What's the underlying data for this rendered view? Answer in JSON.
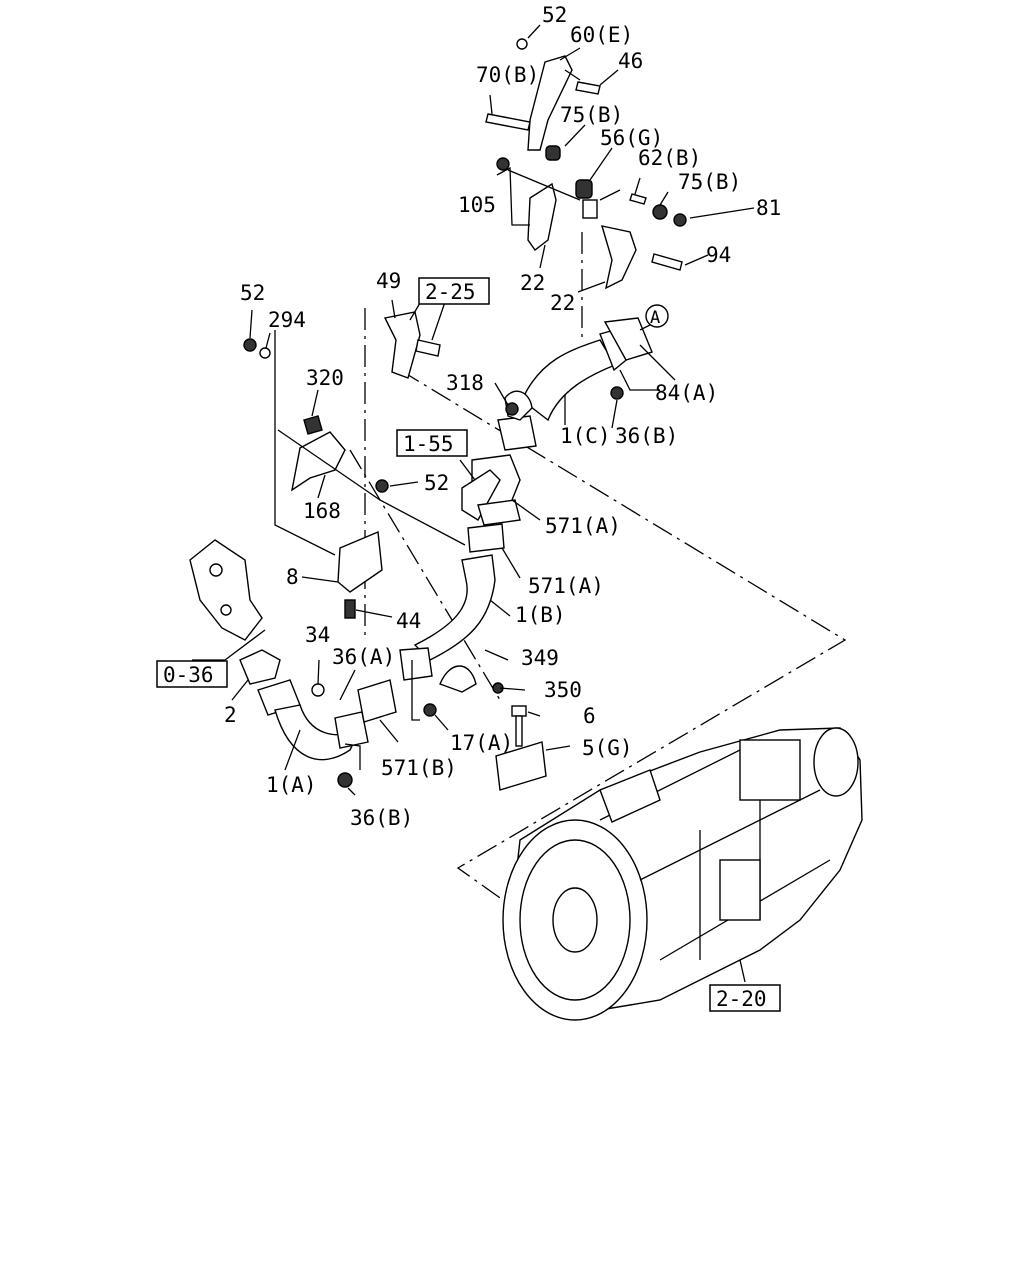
{
  "callouts": [
    {
      "id": "c52a",
      "text": "52"
    },
    {
      "id": "c60e",
      "text": "60(E)"
    },
    {
      "id": "c46",
      "text": "46"
    },
    {
      "id": "c70b",
      "text": "70(B)"
    },
    {
      "id": "c75b1",
      "text": "75(B)"
    },
    {
      "id": "c56g",
      "text": "56(G)"
    },
    {
      "id": "c62b",
      "text": "62(B)"
    },
    {
      "id": "c75b2",
      "text": "75(B)"
    },
    {
      "id": "c81",
      "text": "81"
    },
    {
      "id": "c105",
      "text": "105"
    },
    {
      "id": "c94",
      "text": "94"
    },
    {
      "id": "c22a",
      "text": "22"
    },
    {
      "id": "c22b",
      "text": "22"
    },
    {
      "id": "c49",
      "text": "49"
    },
    {
      "id": "c52b",
      "text": "52"
    },
    {
      "id": "c294",
      "text": "294"
    },
    {
      "id": "c320",
      "text": "320"
    },
    {
      "id": "c318",
      "text": "318"
    },
    {
      "id": "c84a",
      "text": "84(A)"
    },
    {
      "id": "c1c",
      "text": "1(C)"
    },
    {
      "id": "c36b1",
      "text": "36(B)"
    },
    {
      "id": "c52c",
      "text": "52"
    },
    {
      "id": "c168",
      "text": "168"
    },
    {
      "id": "c571a1",
      "text": "571(A)"
    },
    {
      "id": "c571a2",
      "text": "571(A)"
    },
    {
      "id": "c8",
      "text": "8"
    },
    {
      "id": "c44",
      "text": "44"
    },
    {
      "id": "c1b",
      "text": "1(B)"
    },
    {
      "id": "c34",
      "text": "34"
    },
    {
      "id": "c36a",
      "text": "36(A)"
    },
    {
      "id": "c349",
      "text": "349"
    },
    {
      "id": "c350",
      "text": "350"
    },
    {
      "id": "c2",
      "text": "2"
    },
    {
      "id": "c6",
      "text": "6"
    },
    {
      "id": "c17a",
      "text": "17(A)"
    },
    {
      "id": "c5g",
      "text": "5(G)"
    },
    {
      "id": "c1a",
      "text": "1(A)"
    },
    {
      "id": "c571b",
      "text": "571(B)"
    },
    {
      "id": "c36b2",
      "text": "36(B)"
    }
  ],
  "refs": [
    {
      "id": "r225",
      "text": "2-25"
    },
    {
      "id": "r155",
      "text": "1-55"
    },
    {
      "id": "r036",
      "text": "0-36"
    },
    {
      "id": "r220",
      "text": "2-20"
    }
  ],
  "marker": {
    "text": "A"
  }
}
